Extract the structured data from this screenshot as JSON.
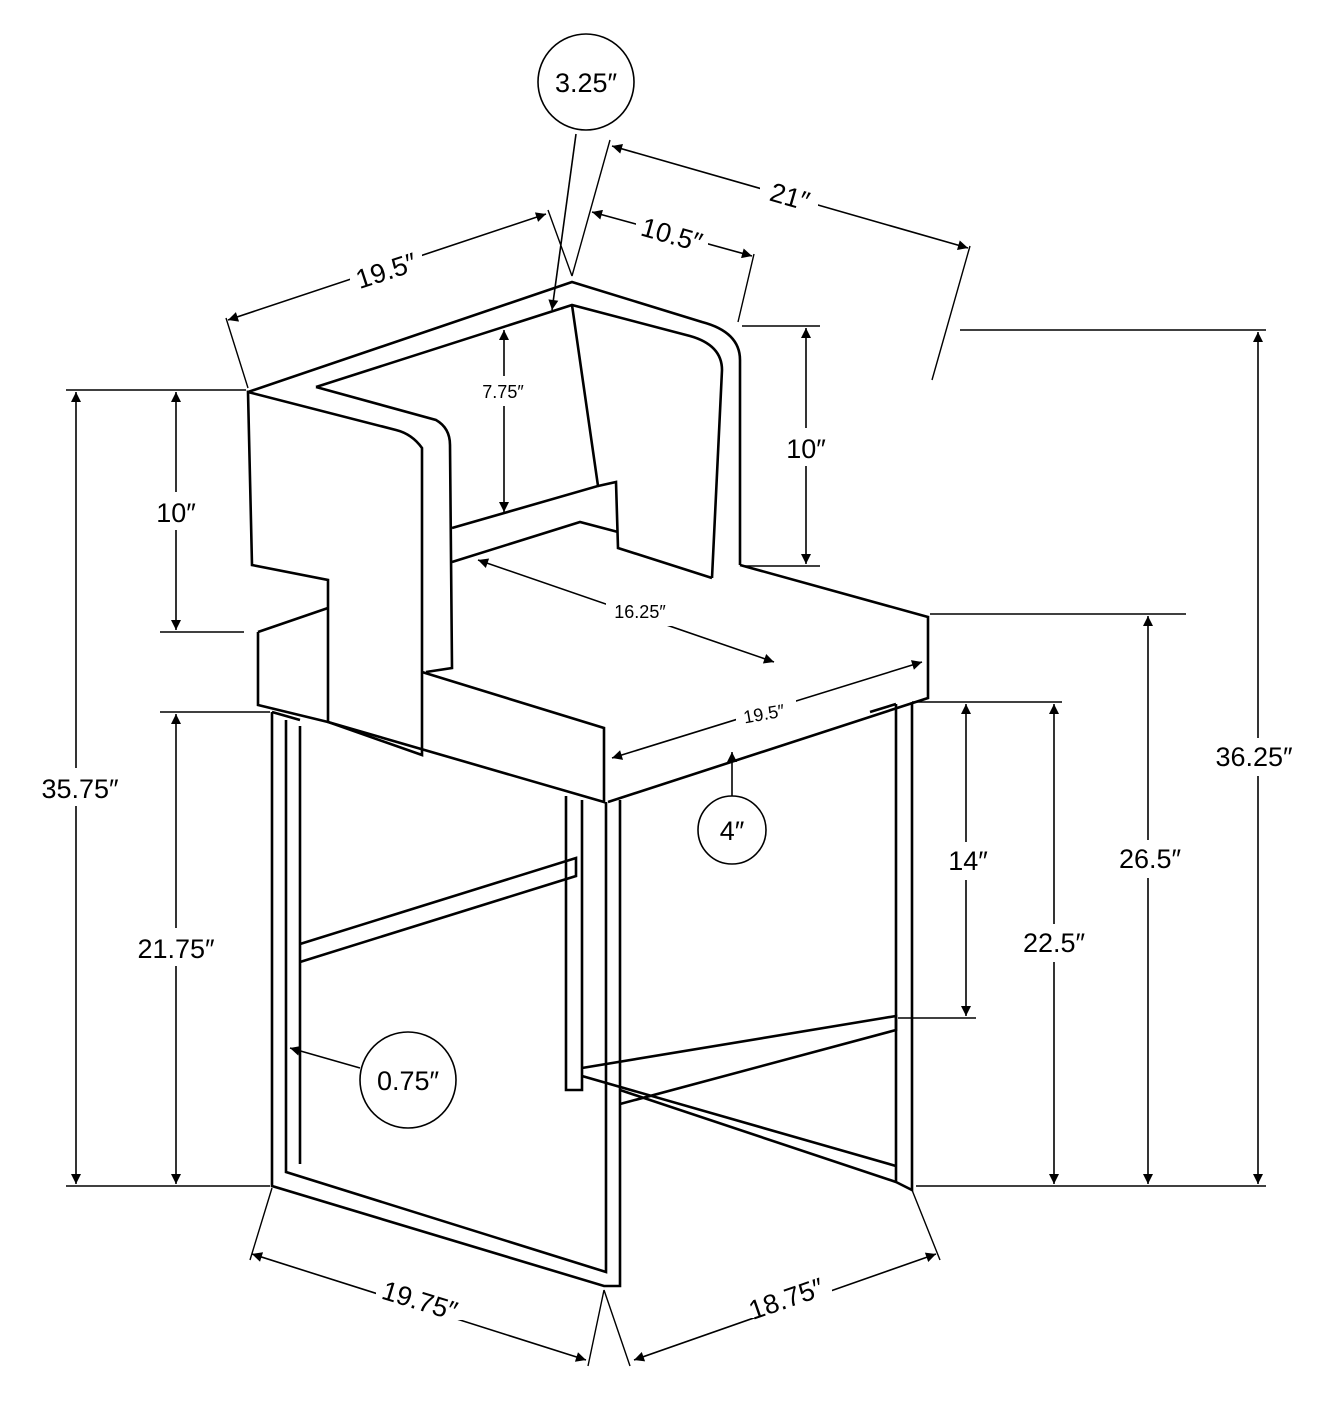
{
  "labels": {
    "tilt": "3.25″",
    "depth_total": "21″",
    "back_side_depth": "10.5″",
    "top_width": "19.5″",
    "inner_back_height": "7.75″",
    "arm_height_left": "10″",
    "arm_height_right": "10″",
    "seat_inner_depth": "16.25″",
    "seat_front_width": "19.5″",
    "seat_thickness": "4″",
    "frame_tube": "0.75″",
    "overall_height_left": "35.75″",
    "seat_height_left": "21.75″",
    "footrest_to_seat": "14″",
    "leg_frame_height": "22.5″",
    "seat_height_right": "26.5″",
    "overall_height_right": "36.25″",
    "base_width": "19.75″",
    "base_depth": "18.75″"
  }
}
